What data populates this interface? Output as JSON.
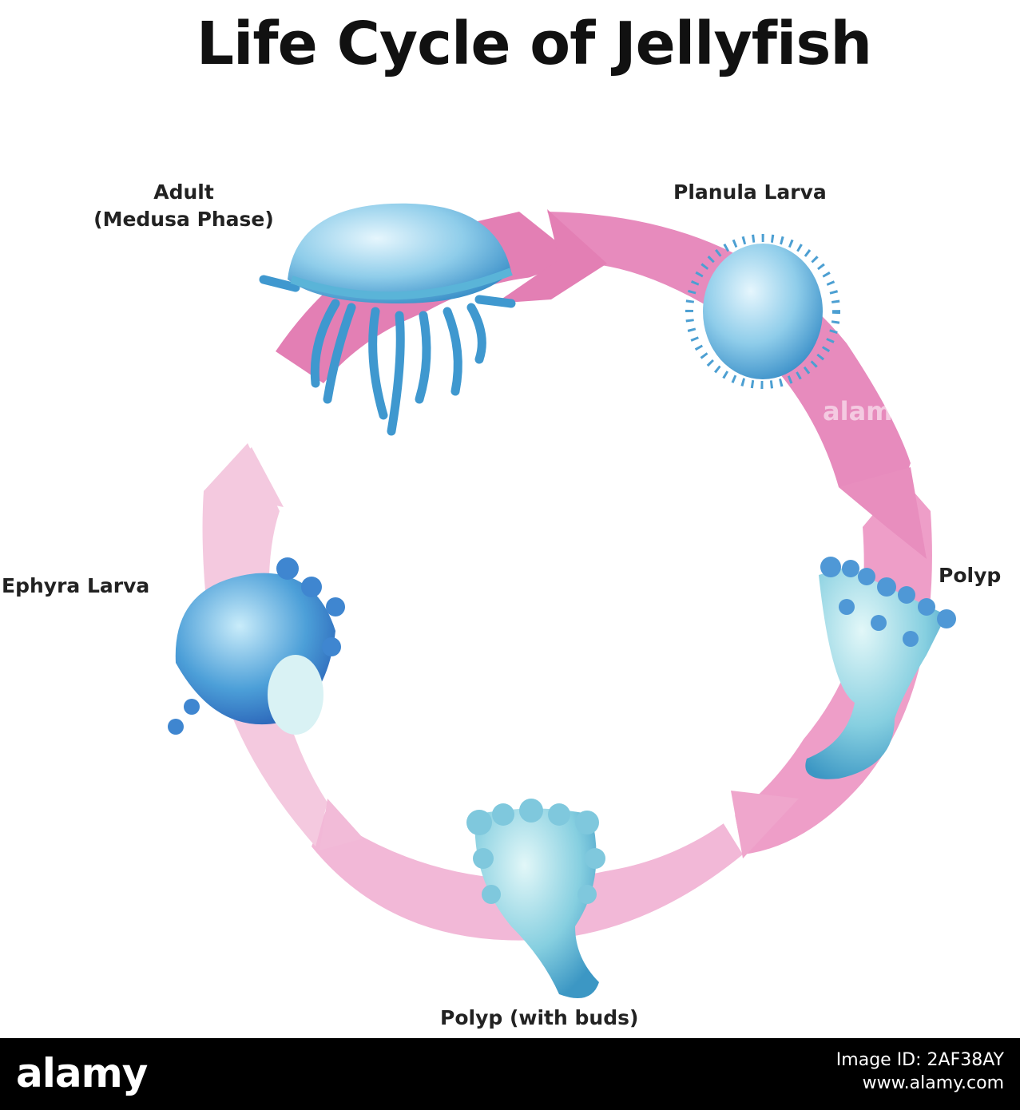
{
  "title": "Life Cycle of  Jellyfish",
  "stages": {
    "adult_line1": "Adult",
    "adult_line2": "(Medusa Phase)",
    "planula": "Planula Larva",
    "polyp": "Polyp",
    "polyp_buds": "Polyp (with buds)",
    "ephyra": "Ephyra Larva"
  },
  "colors": {
    "arrow_dark": "#e37fb4",
    "arrow_light": "#f4c9df",
    "creature": "#5fb0dc"
  },
  "watermark": {
    "logo": "alamy",
    "middle": "alamy",
    "image_id": "Image ID: 2AF38AY",
    "site": "www.alamy.com"
  }
}
